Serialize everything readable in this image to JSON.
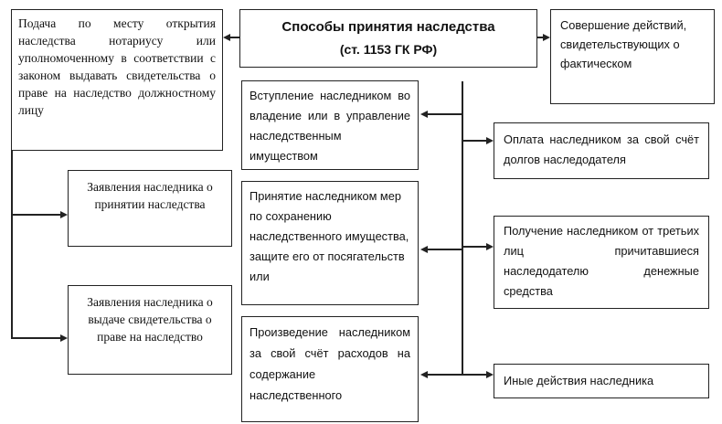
{
  "title": {
    "main": "Способы принятия наследства",
    "sub": "(ст. 1153 ГК РФ)"
  },
  "notary": {
    "text": "Подача по месту открытия наследства нотариусу или уполномоченному в соответствии с законом выдавать свидетельства о праве на наследство должностному лицу"
  },
  "apply_acceptance": {
    "text": "Заявления наследника о принятии наследства"
  },
  "apply_certificate": {
    "text": "Заявления наследника о выдаче свидетельства о праве на наследство"
  },
  "actual_actions": {
    "text": "Совершение действий, свидетельствующих о фактическом"
  },
  "possession": {
    "text": "Вступление наследником во владение или в управление наследственным имуществом"
  },
  "preservation": {
    "text": "Принятие наследником мер по сохранению наследственного имущества, защите его от посягательств или"
  },
  "expenses": {
    "text": "Произведение наследником за свой счёт расходов на содержание наследственного"
  },
  "debts": {
    "text": "Оплата наследником за свой счёт долгов наследодателя"
  },
  "third_party": {
    "text": "Получение наследником от третьих лиц причитавшиеся наследодателю денежные средства"
  },
  "other_actions": {
    "text": "Иные действия наследника"
  }
}
